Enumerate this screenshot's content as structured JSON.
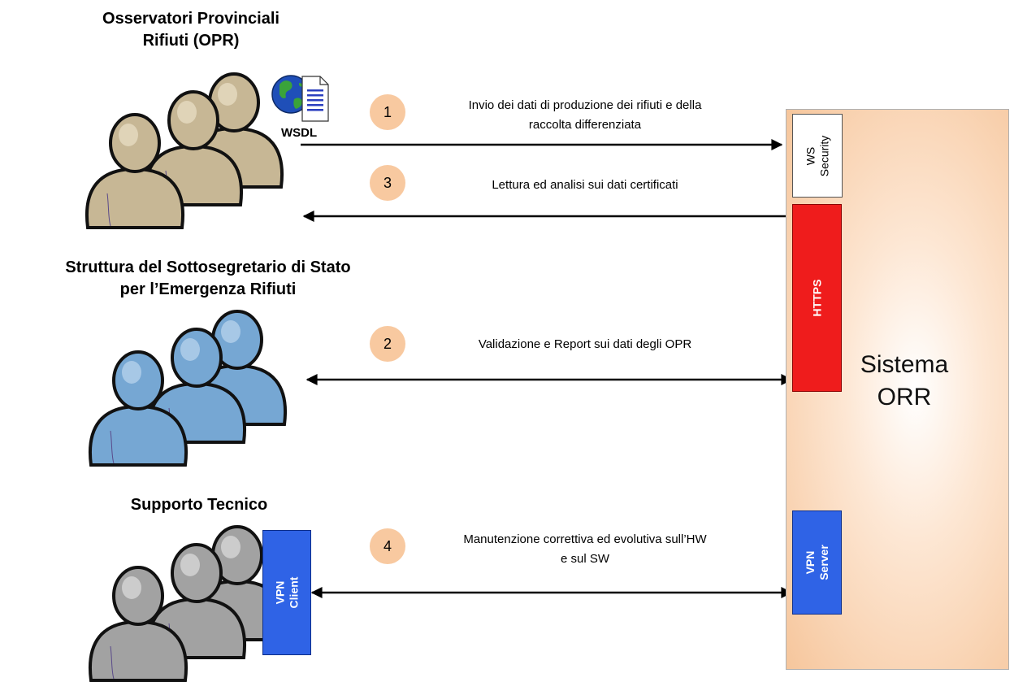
{
  "groups": {
    "opr": {
      "title": "Osservatori Provinciali\nRifiuti (OPR)",
      "colors": {
        "fill": "#c7b795",
        "light": "#ebe0c8",
        "outline": "#111111"
      }
    },
    "struttura": {
      "title": "Struttura del Sottosegretario di Stato\nper l’Emergenza Rifiuti",
      "colors": {
        "fill": "#76a7d3",
        "light": "#bcd6ee",
        "outline": "#111111"
      }
    },
    "supporto": {
      "title": "Supporto Tecnico",
      "colors": {
        "fill": "#a2a2a2",
        "light": "#dedede",
        "outline": "#111111"
      }
    }
  },
  "wsdl": {
    "label": "WSDL",
    "icon": "globe-document-icon"
  },
  "flows": [
    {
      "step": "1",
      "text": "Invio dei dati di produzione dei rifiuti e della\nraccolta differenziata",
      "direction": "right"
    },
    {
      "step": "3",
      "text": "Lettura ed analisi sui dati certificati",
      "direction": "left"
    },
    {
      "step": "2",
      "text": "Validazione e Report sui dati degli OPR",
      "direction": "both"
    },
    {
      "step": "4",
      "text": "Manutenzione correttiva ed evolutiva sull’HW\ne sul SW",
      "direction": "both"
    }
  ],
  "system": {
    "label": "Sistema\nORR"
  },
  "blocks": {
    "ws_security": {
      "label": "WS\nSecurity",
      "color": "#ffffff"
    },
    "https": {
      "label": "HTTPS",
      "color": "#ef1c1c"
    },
    "vpn_server": {
      "label": "VPN\nServer",
      "color": "#2f63e6"
    },
    "vpn_client": {
      "label": "VPN\nClient",
      "color": "#2f63e6"
    }
  },
  "colors": {
    "badge": "#f8c9a0",
    "arrow": "#000000"
  }
}
